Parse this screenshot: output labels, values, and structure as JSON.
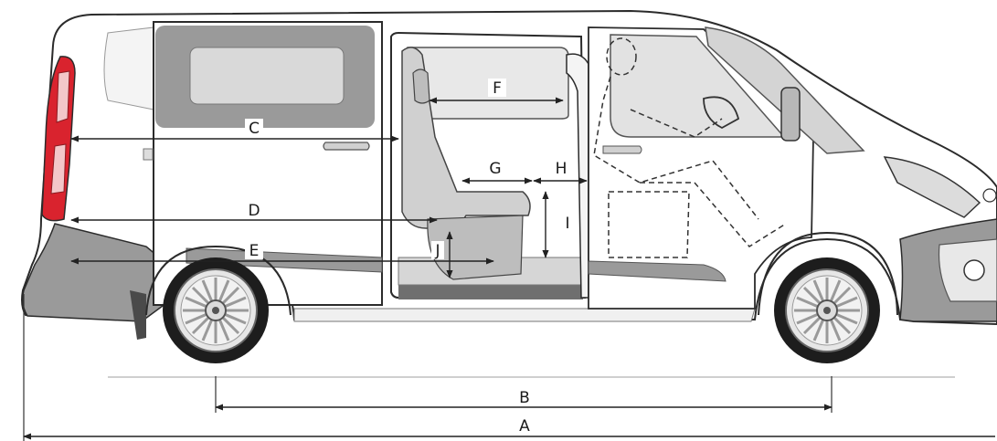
{
  "dimensions": {
    "A": "A",
    "B": "B",
    "C": "C",
    "D": "D",
    "E": "E",
    "F": "F",
    "G": "G",
    "H": "H",
    "I": "I",
    "J": "J"
  },
  "colors": {
    "body": "#ffffff",
    "outline": "#2b2b2b",
    "glass": "#d9d9d9",
    "glass_frame": "#9a9a9a",
    "dark_trim": "#6f6f6f",
    "light_trim": "#c8c8c8",
    "tail_light": "#d9232e",
    "tyre": "#1d1d1d",
    "dimension_line": "#222222"
  }
}
